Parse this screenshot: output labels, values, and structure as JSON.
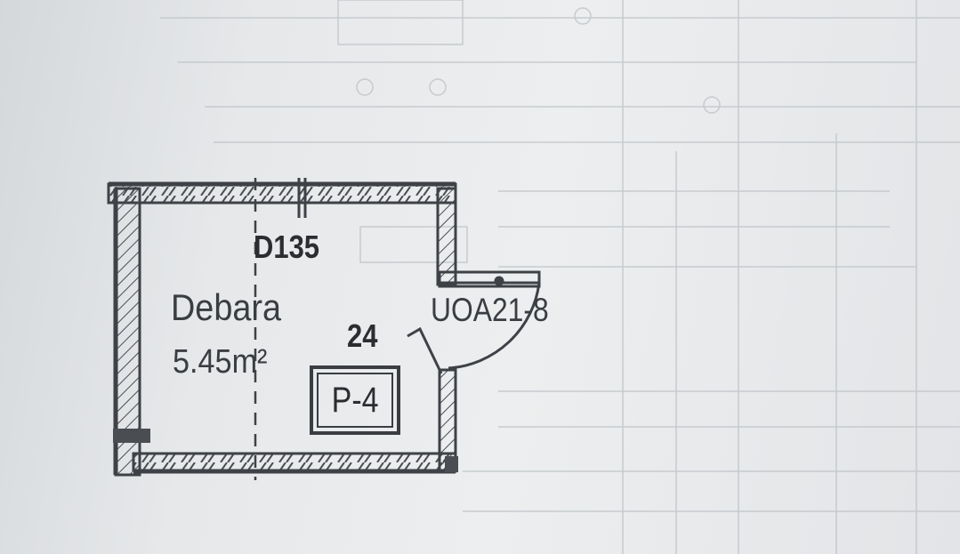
{
  "room": {
    "code": "D135",
    "name": "Debara",
    "area": "5.45m²",
    "number": "24",
    "tag": "P-4"
  },
  "door": {
    "code": "UOA21-8"
  }
}
